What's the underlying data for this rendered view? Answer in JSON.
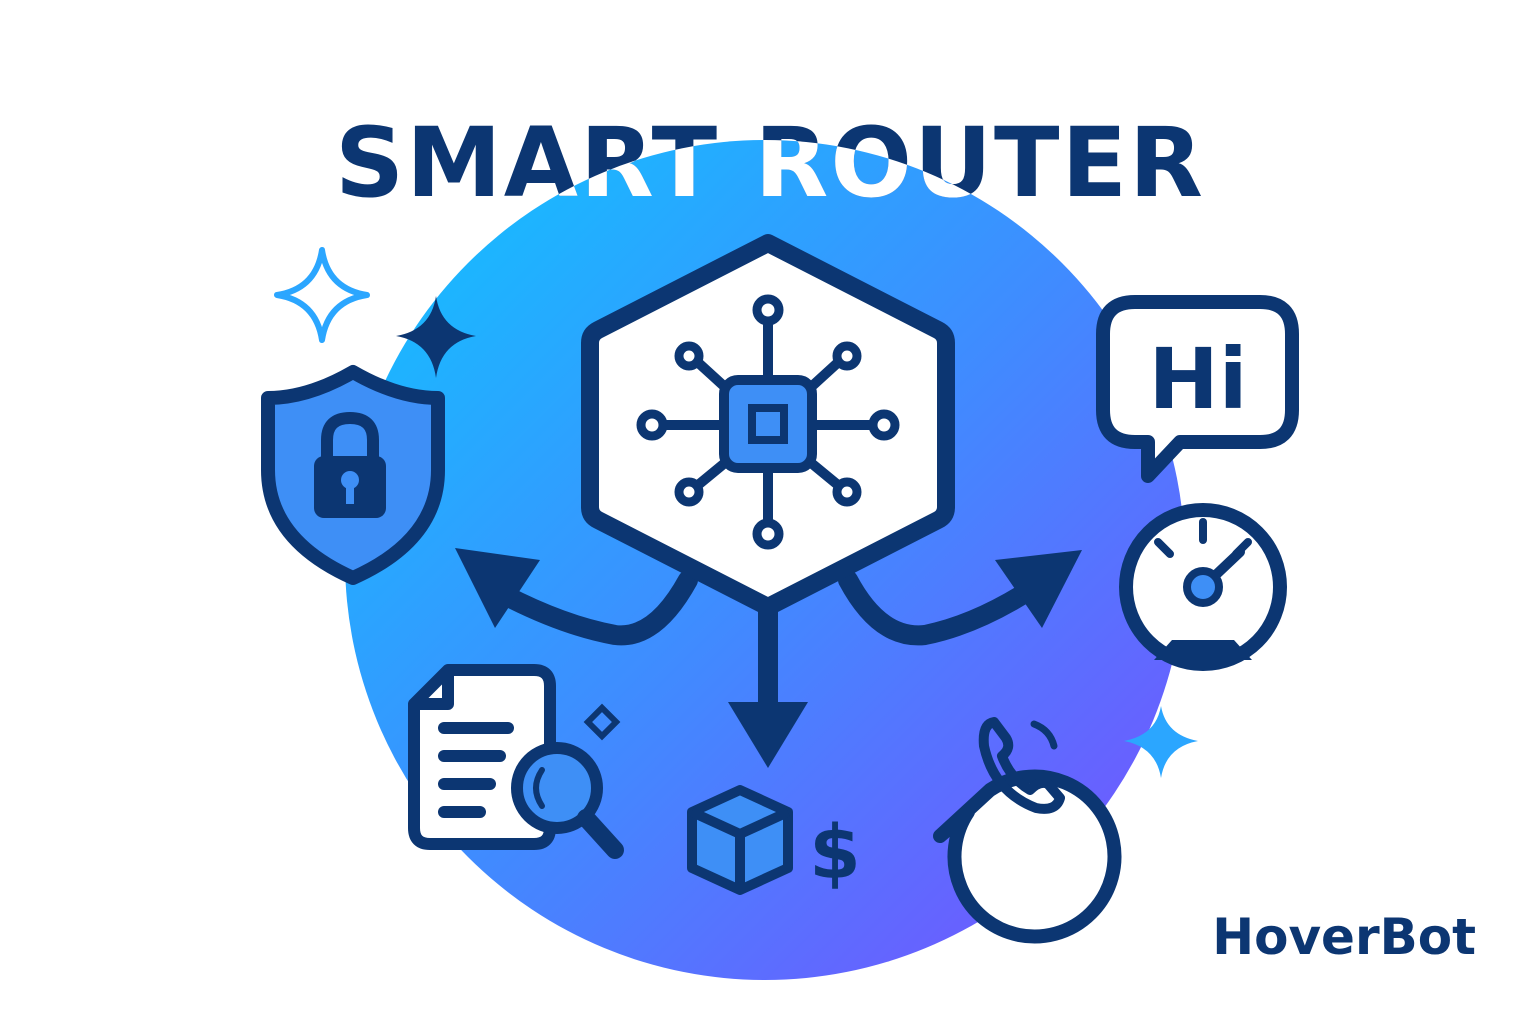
{
  "title": "SMART ROUTER",
  "brand": "HoverBot",
  "chat_bubble_text": "Hi",
  "currency_symbol": "$",
  "colors": {
    "navy": "#0c3672",
    "gradient_start": "#0ec6ff",
    "gradient_mid": "#3f8cff",
    "gradient_end": "#7a4dff",
    "icon_fill": "#3e8ff6",
    "sparkle_light": "#2ba6ff",
    "background": "#ffffff"
  },
  "icons": [
    "hexagon-chip-hub-icon",
    "shield-lock-icon",
    "sparkle-icon",
    "chat-bubble-icon",
    "speedometer-icon",
    "document-search-icon",
    "cube-cost-icon",
    "phone-chat-icon",
    "arrow-left-icon",
    "arrow-down-icon",
    "arrow-right-icon"
  ]
}
